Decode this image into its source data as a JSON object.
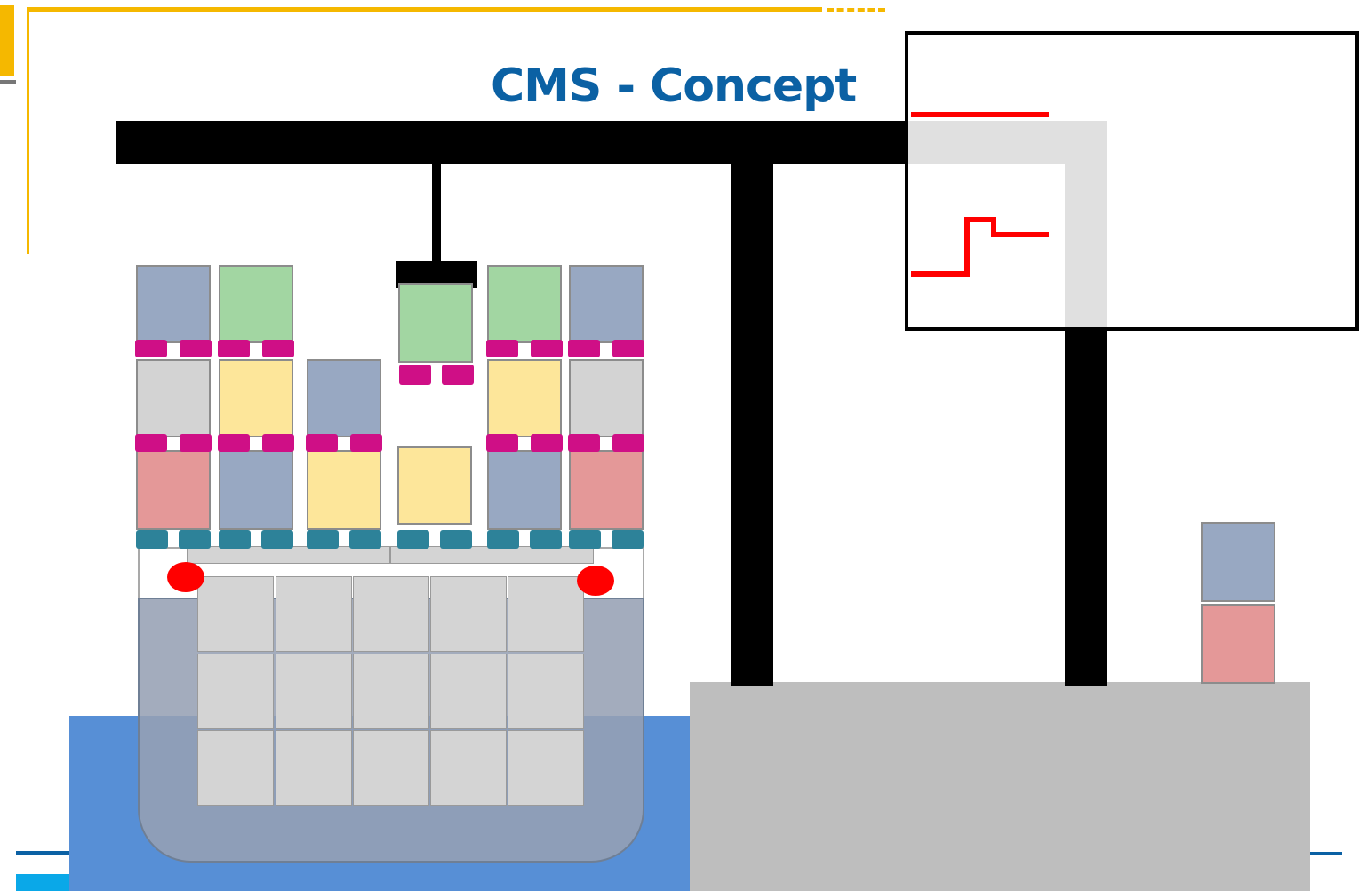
{
  "slide": {
    "title": "CMS - Concept"
  },
  "colors": {
    "title": "#0b61a4",
    "accent_yellow": "#f5b800",
    "water": "#578fd6",
    "hull": "#8d9db4",
    "quay": "#bebebe",
    "crane": "#000000",
    "container_blue": "#98a8c2",
    "container_green": "#a2d6a2",
    "container_yellow": "#fde69a",
    "container_red": "#e49898",
    "container_grey": "#d3d3d3",
    "lock_magenta": "#cf0f86",
    "lock_teal": "#2d8299",
    "sensor_red": "#ff0000",
    "signal_red": "#ff0000",
    "footer_blue": "#0b61a4",
    "footer_cyan": "#0aa8e8"
  },
  "diagram": {
    "crane": {
      "icon": "gantry-crane-icon"
    },
    "spreader_container": {
      "color": "green"
    },
    "ship_stack_columns": [
      [
        "blue",
        "grey",
        "red"
      ],
      [
        "green",
        "yellow",
        "blue"
      ],
      [
        "blue",
        "yellow"
      ],
      [
        "yellow"
      ],
      [
        "green",
        "yellow",
        "blue"
      ],
      [
        "blue",
        "grey",
        "red"
      ]
    ],
    "quay_stack": [
      "blue",
      "red"
    ],
    "sensors": {
      "count": 2,
      "icon": "sensor-dot-icon"
    },
    "signal_panel": {
      "signals": [
        {
          "shape": "flat",
          "icon": "flat-signal-icon"
        },
        {
          "shape": "step",
          "icon": "step-signal-icon"
        }
      ]
    }
  }
}
